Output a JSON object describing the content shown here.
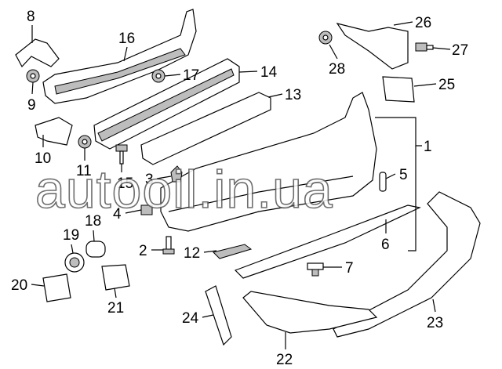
{
  "title": "Rear bumper parts diagram",
  "watermark": "autooil.in.ua",
  "callouts": [
    {
      "id": "8",
      "text": "8"
    },
    {
      "id": "16",
      "text": "16"
    },
    {
      "id": "17",
      "text": "17"
    },
    {
      "id": "14",
      "text": "14"
    },
    {
      "id": "13",
      "text": "13"
    },
    {
      "id": "26",
      "text": "26"
    },
    {
      "id": "27",
      "text": "27"
    },
    {
      "id": "28",
      "text": "28"
    },
    {
      "id": "25",
      "text": "25"
    },
    {
      "id": "9",
      "text": "9"
    },
    {
      "id": "10",
      "text": "10"
    },
    {
      "id": "11",
      "text": "11"
    },
    {
      "id": "15",
      "text": "15"
    },
    {
      "id": "3",
      "text": "3"
    },
    {
      "id": "1",
      "text": "1"
    },
    {
      "id": "5",
      "text": "5"
    },
    {
      "id": "4",
      "text": "4"
    },
    {
      "id": "18",
      "text": "18"
    },
    {
      "id": "19",
      "text": "19"
    },
    {
      "id": "20",
      "text": "20"
    },
    {
      "id": "21",
      "text": "21"
    },
    {
      "id": "2",
      "text": "2"
    },
    {
      "id": "12",
      "text": "12"
    },
    {
      "id": "6",
      "text": "6"
    },
    {
      "id": "7",
      "text": "7"
    },
    {
      "id": "24",
      "text": "24"
    },
    {
      "id": "22",
      "text": "22"
    },
    {
      "id": "23",
      "text": "23"
    }
  ]
}
